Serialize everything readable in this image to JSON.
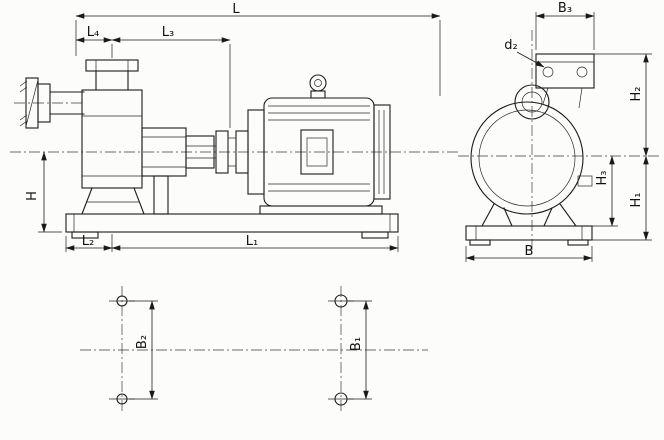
{
  "drawing": {
    "type": "pump-outline-and-foundation-dimension-drawing",
    "line_color": "#1c1c1c",
    "background": "#fcfcfa"
  },
  "labels": {
    "L": "L",
    "L4": "L₄",
    "L3": "L₃",
    "L2": "L₂",
    "L1": "L₁",
    "H": "H",
    "B3": "B₃",
    "d2": "d₂",
    "H2": "H₂",
    "H3": "H₃",
    "H1": "H₁",
    "B": "B",
    "B2": "B₂",
    "B1": "B₁"
  }
}
